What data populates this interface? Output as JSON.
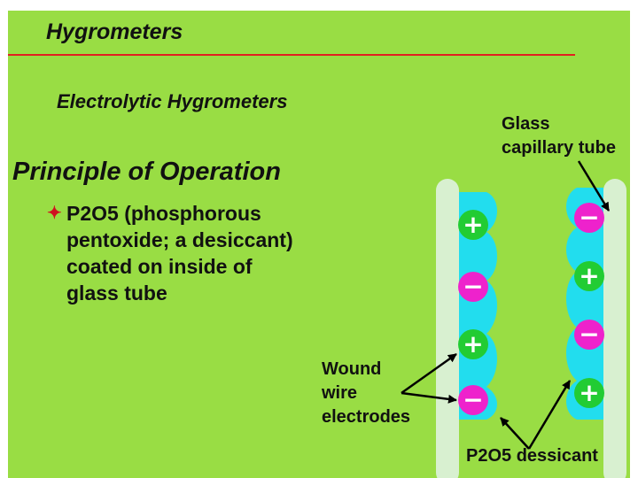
{
  "title": "Hygrometers",
  "subtitle": "Electrolytic Hygrometers",
  "heading": "Principle of Operation",
  "bullet": {
    "marker": "✦",
    "lines": [
      "P2O5 (phosphorous",
      "pentoxide; a desiccant)",
      "coated on inside of",
      "glass tube"
    ]
  },
  "labels": {
    "glass": [
      "Glass",
      "capillary tube"
    ],
    "electrodes": [
      "Wound",
      "wire",
      "electrodes"
    ],
    "desiccant": "P2O5 dessicant"
  },
  "charges": {
    "left": [
      "+",
      "−",
      "+",
      "−"
    ],
    "right": [
      "−",
      "+",
      "−",
      "+"
    ]
  },
  "colors": {
    "background": "#99dd44",
    "tube_wall": "#d8f0d0",
    "desiccant": "#22ddee",
    "plus": "#22cc33",
    "minus": "#ee22cc",
    "rule": "#e02020"
  }
}
